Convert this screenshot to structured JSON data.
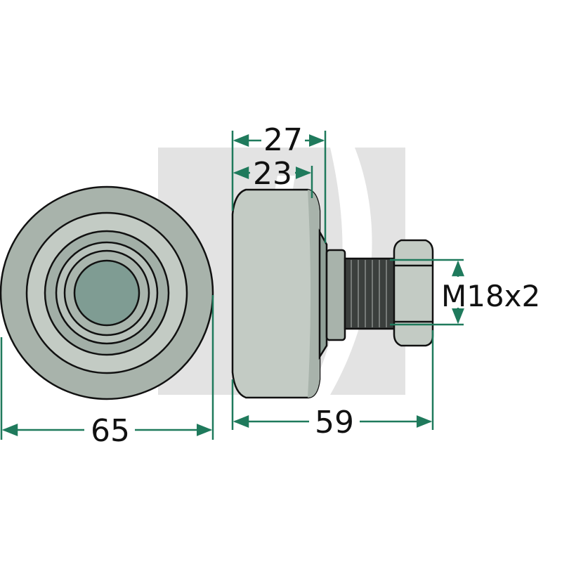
{
  "diagram": {
    "dimensions": {
      "outer_diameter": "65",
      "overall_length": "59",
      "width_flange": "27",
      "width_body": "23",
      "thread": "M18x2"
    },
    "colors": {
      "dimension_line": "#1f7a5c",
      "outline": "#111111",
      "metal_light": "#c3cbc4",
      "metal_mid": "#a8b3ab",
      "metal_dark": "#8fa097",
      "hub": "#7f9c93",
      "thread_dark": "#3b3f3d",
      "watermark": "#e3e3e3"
    }
  }
}
